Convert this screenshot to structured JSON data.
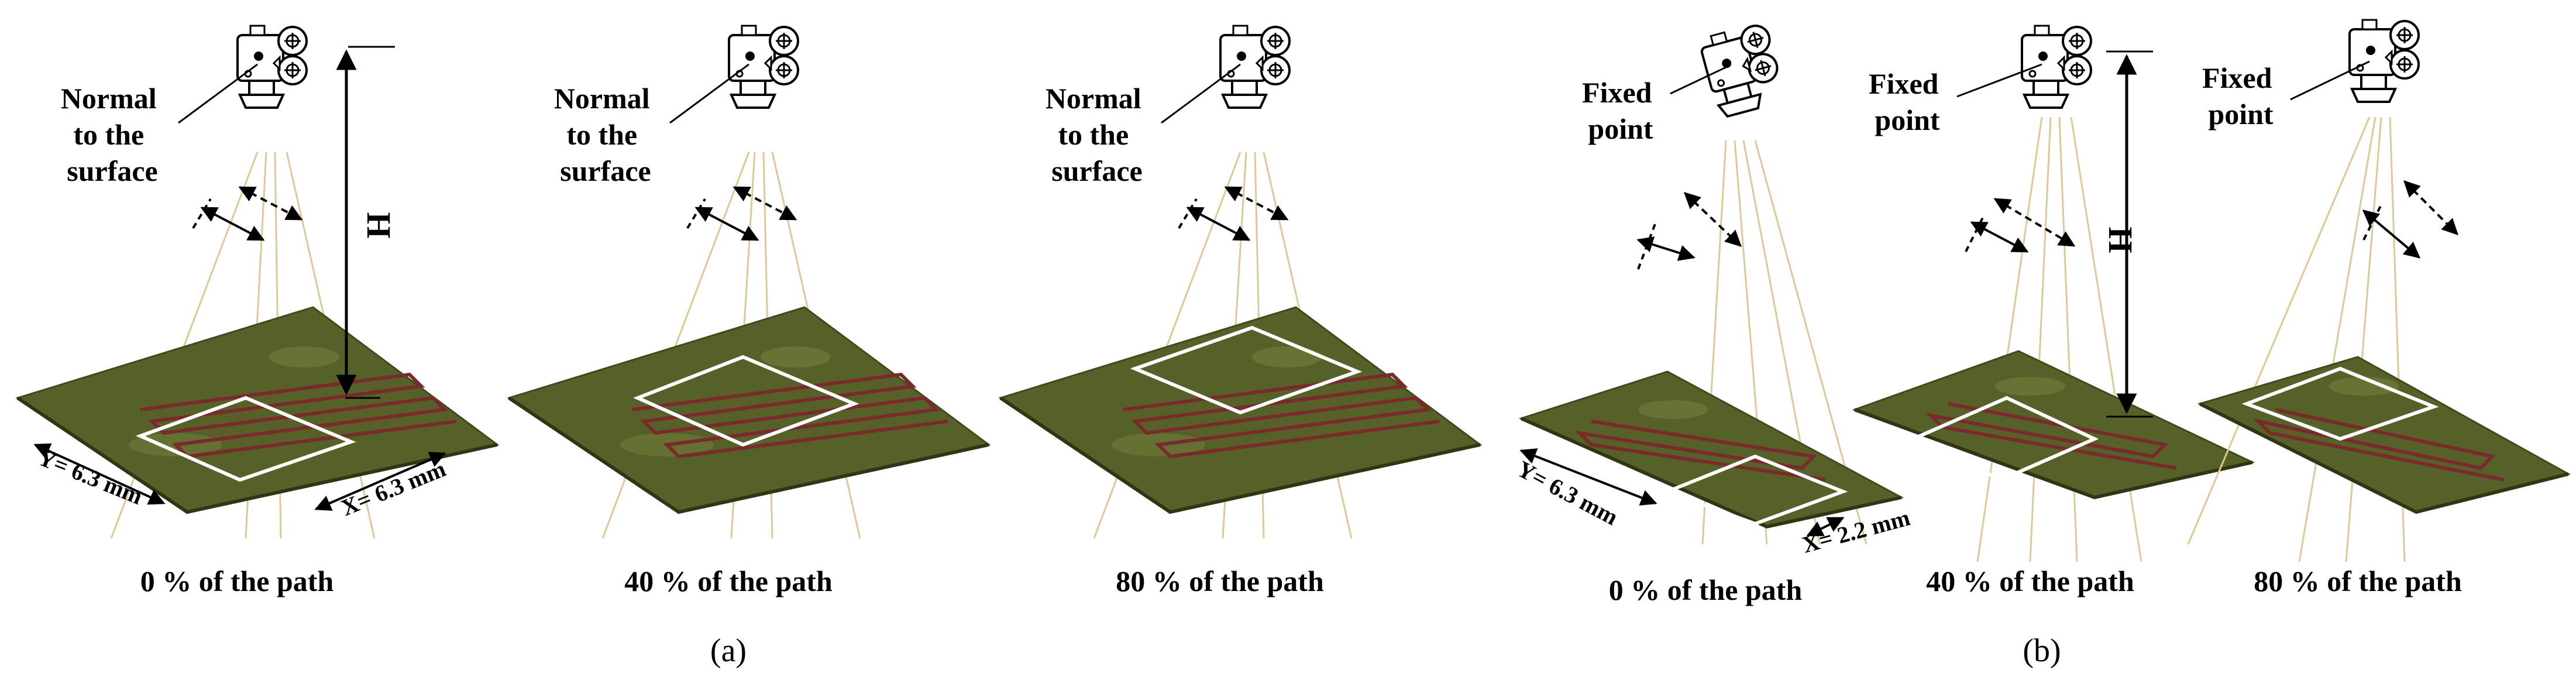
{
  "colors": {
    "surface": "#56612a",
    "surface_dark": "#3f4a1c",
    "surface_light": "#6f7a3b",
    "ray": "#e0c896",
    "path": "#7a2a2a",
    "frame": "#ffffff"
  },
  "panels": [
    {
      "label": "(a)",
      "height_label": "H",
      "views": [
        {
          "callout": [
            "Normal",
            "to the",
            "surface"
          ],
          "caption": "0 % of the path",
          "y_dim": "Y= 6.3 mm",
          "x_dim": "X= 6.3 mm",
          "icon": "camera-icon"
        },
        {
          "callout": [
            "Normal",
            "to the",
            "surface"
          ],
          "caption": "40 % of the path",
          "icon": "camera-icon"
        },
        {
          "callout": [
            "Normal",
            "to the",
            "surface"
          ],
          "caption": "80 % of the path",
          "icon": "camera-icon"
        }
      ]
    },
    {
      "label": "(b)",
      "height_label": "H",
      "views": [
        {
          "callout": [
            "Fixed",
            "point"
          ],
          "caption": "0 % of the path",
          "y_dim": "Y= 6.3 mm",
          "x_dim": "X= 2.2 mm",
          "icon": "camera-icon"
        },
        {
          "callout": [
            "Fixed",
            "point"
          ],
          "caption": "40 % of the path",
          "icon": "camera-icon"
        },
        {
          "callout": [
            "Fixed",
            "point"
          ],
          "caption": "80 % of the path",
          "icon": "camera-icon"
        }
      ]
    }
  ]
}
